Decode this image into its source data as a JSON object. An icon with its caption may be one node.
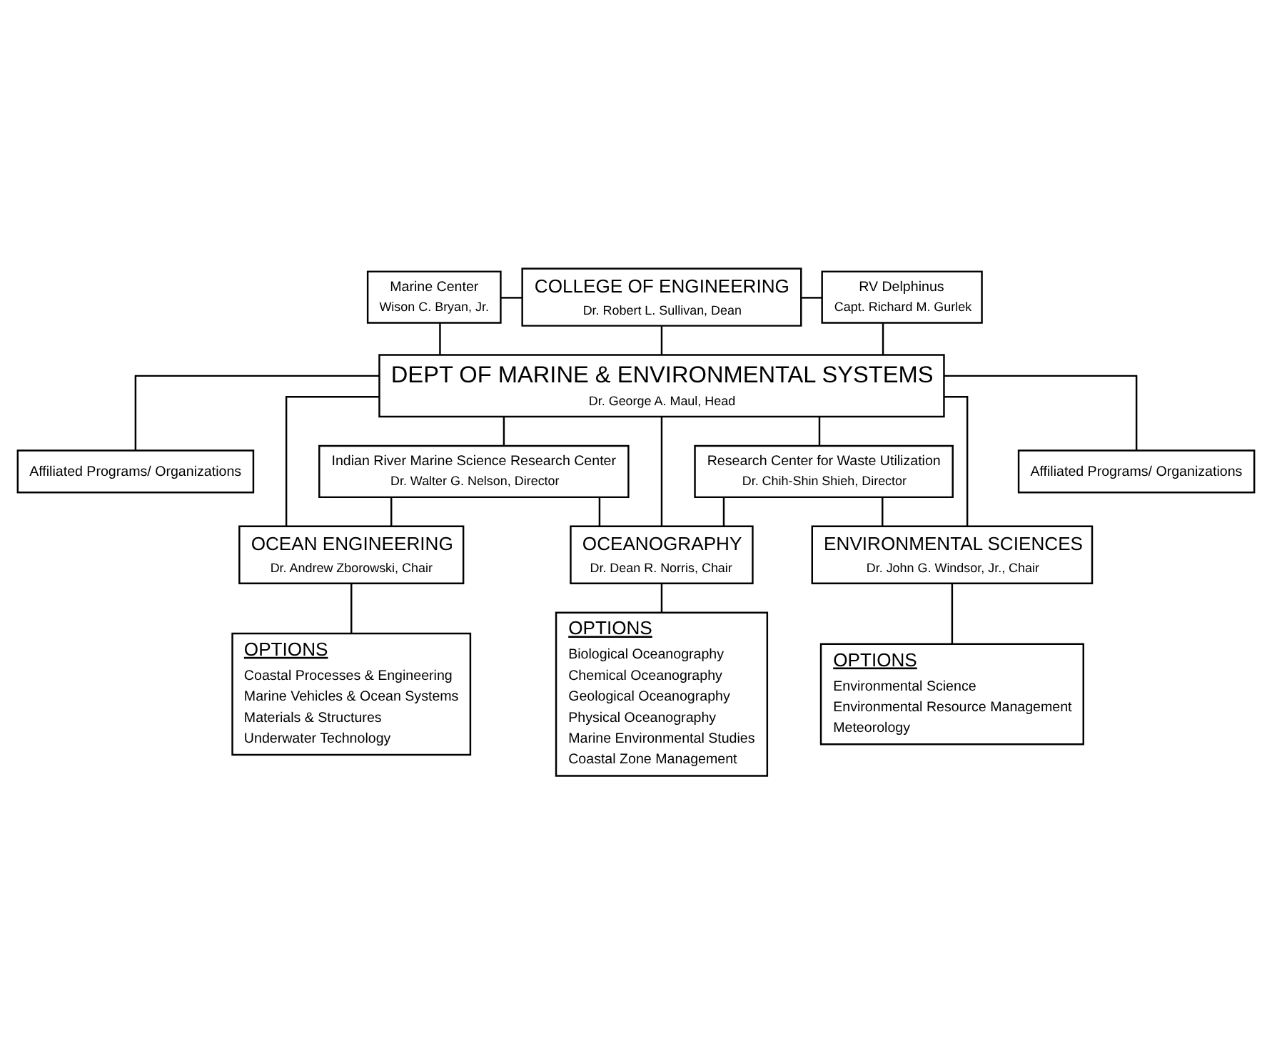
{
  "diagram": {
    "nodes": [
      {
        "text": [
          "Marine Center",
          "Wison C. Bryan, Jr."
        ]
      },
      {
        "text": [
          "COLLEGE OF ENGINEERING",
          "Dr. Robert L. Sullivan, Dean"
        ]
      },
      {
        "text": [
          "RV Delphinus",
          "Capt. Richard M. Gurlek"
        ]
      },
      {
        "text": [
          "DEPT OF MARINE & ENVIRONMENTAL SYSTEMS",
          "Dr. George A. Maul, Head"
        ]
      },
      {
        "text": [
          "Affiliated Programs/ Organizations"
        ]
      },
      {
        "text": [
          "Indian River Marine Science Research Center",
          "Dr. Walter G. Nelson, Director"
        ]
      },
      {
        "text": [
          "Research Center for Waste Utilization",
          "Dr. Chih-Shin Shieh, Director"
        ]
      },
      {
        "text": [
          "Affiliated Programs/ Organizations"
        ]
      },
      {
        "text": [
          "OCEAN ENGINEERING",
          "Dr. Andrew Zborowski, Chair"
        ]
      },
      {
        "text": [
          "OCEANOGRAPHY",
          "Dr. Dean R. Norris, Chair"
        ]
      },
      {
        "text": [
          "ENVIRONMENTAL SCIENCES",
          "Dr. John G. Windsor, Jr., Chair"
        ]
      },
      {
        "text": [
          "OPTIONS",
          "Coastal Processes & Engineering",
          "Marine Vehicles & Ocean Systems",
          "Materials & Structures",
          "Underwater Technology"
        ]
      },
      {
        "text": [
          "OPTIONS",
          "Biological Oceanography",
          "Chemical Oceanography",
          "Geological Oceanography",
          "Physical Oceanography",
          "Marine Environmental Studies",
          "Coastal Zone Management"
        ]
      },
      {
        "text": [
          "OPTIONS",
          "Environmental Science",
          "Environmental Resource Management",
          "Meteorology"
        ]
      }
    ],
    "edges": [
      {
        "from": 0,
        "to": 1,
        "arrow": "none"
      },
      {
        "from": 1,
        "to": 2,
        "arrow": "none"
      },
      {
        "from": 0,
        "to": 3,
        "arrow": "none"
      },
      {
        "from": 1,
        "to": 3,
        "arrow": "none"
      },
      {
        "from": 2,
        "to": 3,
        "arrow": "none"
      },
      {
        "from": 3,
        "to": 4,
        "arrow": "none"
      },
      {
        "from": 3,
        "to": 5,
        "arrow": "none"
      },
      {
        "from": 3,
        "to": 8,
        "arrow": "none"
      },
      {
        "from": 5,
        "to": 8,
        "arrow": "none"
      },
      {
        "from": 5,
        "to": 9,
        "arrow": "none"
      },
      {
        "from": 3,
        "to": 9,
        "arrow": "none"
      },
      {
        "from": 3,
        "to": 6,
        "arrow": "none"
      },
      {
        "from": 6,
        "to": 9,
        "arrow": "none"
      },
      {
        "from": 6,
        "to": 10,
        "arrow": "none"
      },
      {
        "from": 3,
        "to": 10,
        "arrow": "none"
      },
      {
        "from": 3,
        "to": 7,
        "arrow": "none"
      },
      {
        "from": 8,
        "to": 11,
        "arrow": "none"
      },
      {
        "from": 9,
        "to": 12,
        "arrow": "none"
      },
      {
        "from": 10,
        "to": 13,
        "arrow": "none"
      }
    ]
  }
}
